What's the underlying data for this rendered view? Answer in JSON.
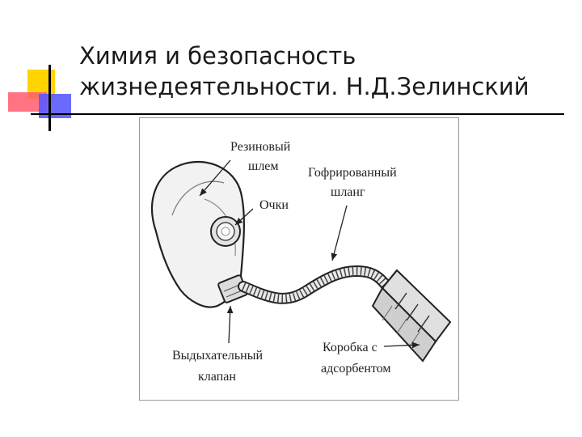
{
  "slide": {
    "title_line1": "Химия и безопасность",
    "title_line2": "жизнедеятельности. Н.Д.Зелинский",
    "accent_colors": {
      "yellow": "#ffd400",
      "red": "#ff5c6c",
      "blue": "#5a5aff"
    }
  },
  "diagram": {
    "labels": {
      "helmet_1": "Резиновый",
      "helmet_2": "шлем",
      "goggles": "Очки",
      "hose_1": "Гофрированный",
      "hose_2": "шланг",
      "valve_1": "Выдыхательный",
      "valve_2": "клапан",
      "box_1": "Коробка с",
      "box_2": "адсорбентом"
    }
  }
}
